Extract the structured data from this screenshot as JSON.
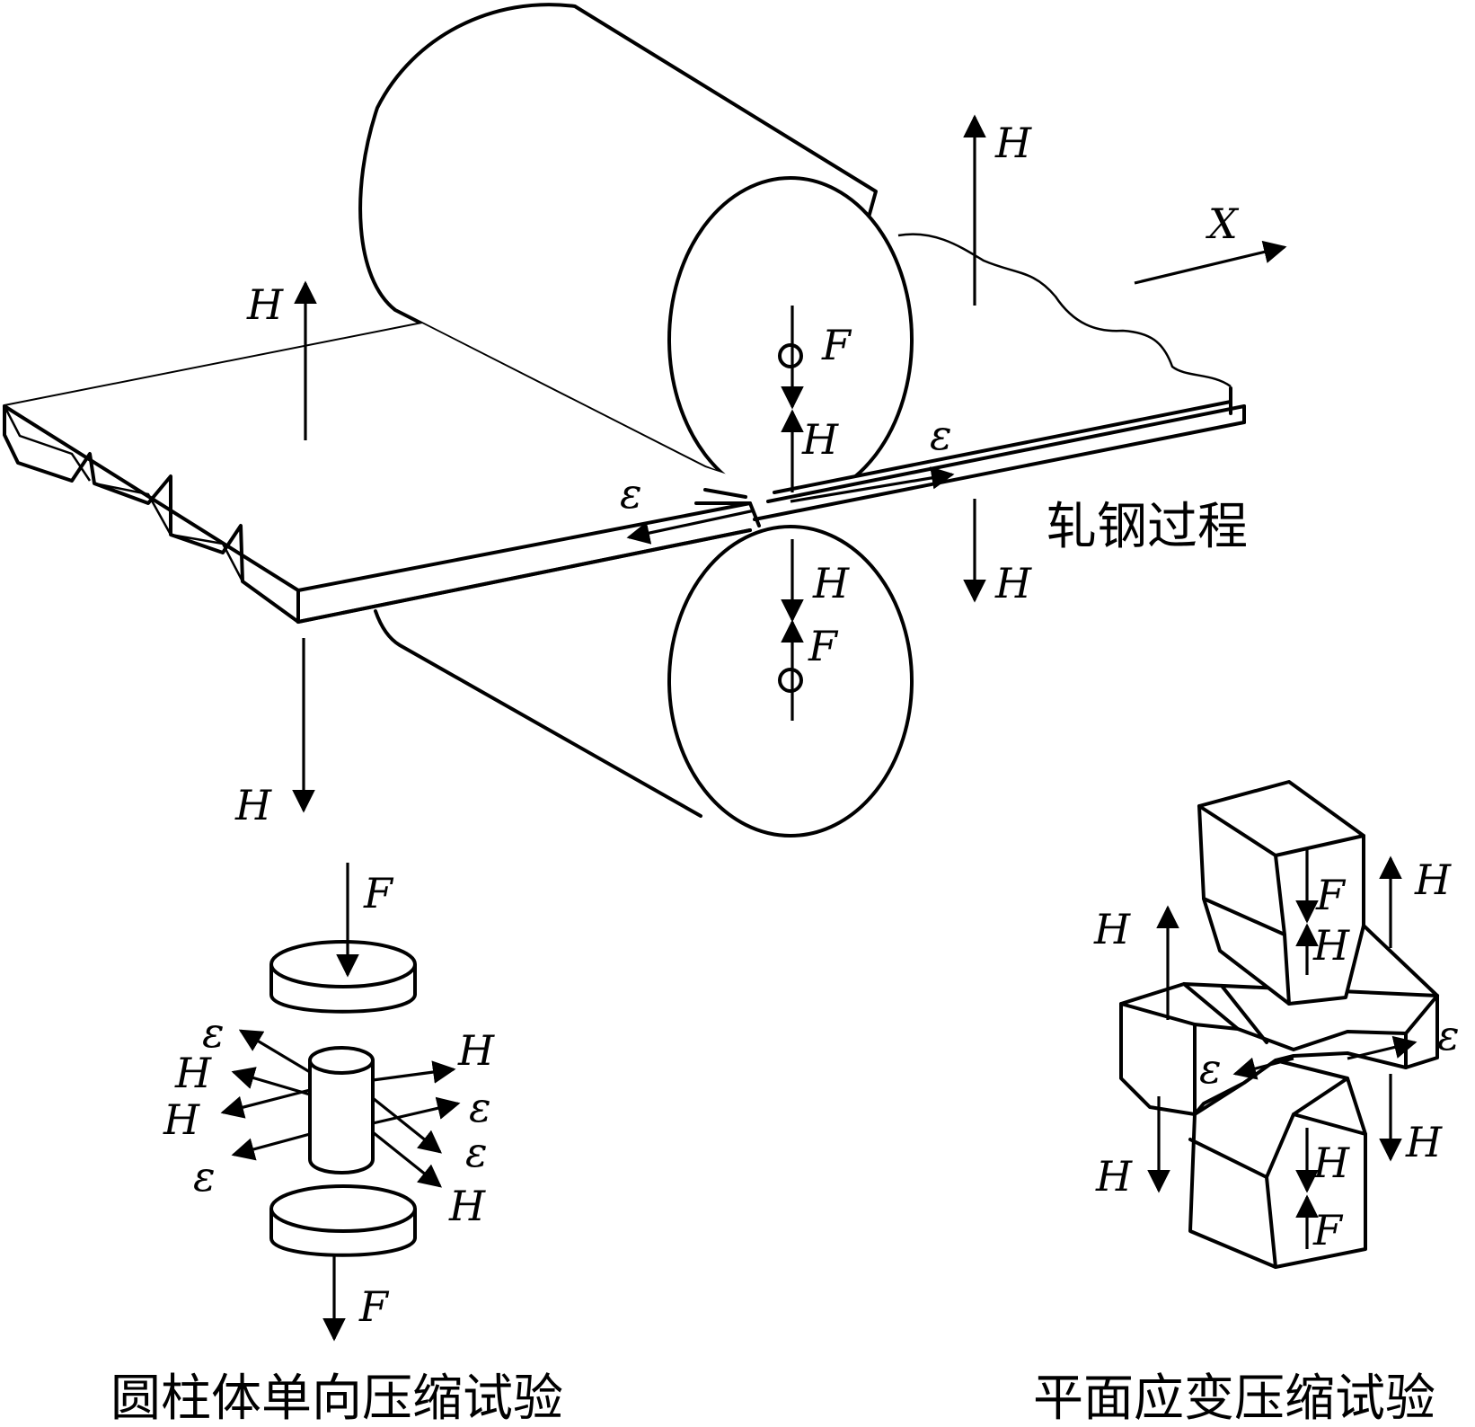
{
  "labels": {
    "H": "H",
    "F": "F",
    "epsilon": "ε",
    "X": "X"
  },
  "captions": {
    "rolling": "轧钢过程",
    "cylinder": "圆柱体单向压缩试验",
    "plane": "平面应变压缩试验"
  },
  "colors": {
    "line": "#000000",
    "background": "#ffffff"
  }
}
